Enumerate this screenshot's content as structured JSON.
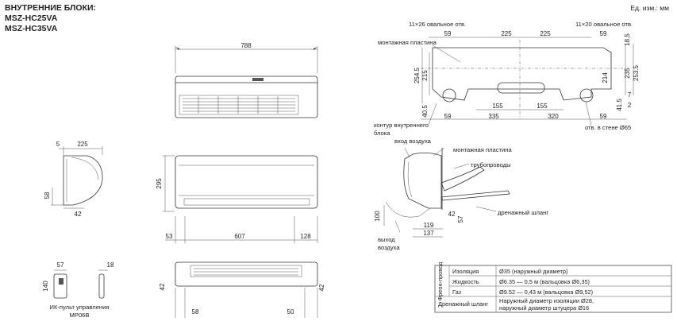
{
  "title": {
    "line1": "ВНУТРЕННИЕ БЛОКИ:",
    "line2": "MSZ-HC25VA",
    "line3": "MSZ-HC35VA"
  },
  "units_note": "Ед. изм.: мм",
  "front_view": {
    "width": "788"
  },
  "side_view": {
    "w5": "5",
    "w225": "225",
    "h58": "58",
    "w42": "42"
  },
  "rear_view": {
    "h295": "295",
    "w53": "53",
    "w607": "607",
    "w128": "128"
  },
  "bottom_view": {
    "h42": "42",
    "w58": "58",
    "w50": "50"
  },
  "remote": {
    "w57": "57",
    "w18": "18",
    "h140": "140",
    "caption1": "ИК-пульт управления",
    "caption2": "MP06B"
  },
  "mounting": {
    "hole_left": "11×26 овальное отв.",
    "hole_right": "11×20 овальное отв.",
    "plate_label": "монтажная пластина",
    "outline_label1": "контур внутреннего",
    "outline_label2": "блока",
    "wall_hole_label": "отв. в стене Ø65",
    "top": [
      "59",
      "225",
      "225",
      "59"
    ],
    "bottom": [
      "59",
      "335",
      "320",
      "59"
    ],
    "mid": [
      "155",
      "155"
    ],
    "left_v": [
      "254.5",
      "215",
      "40.5"
    ],
    "right_v": [
      "18.5",
      "214",
      "235",
      "253.5",
      "41.5",
      "7",
      "2"
    ]
  },
  "install": {
    "air_in": "вход воздуха",
    "plate": "монтажная пластина",
    "pipes": "трубопроводы",
    "drain": "дренажный шланг",
    "air_out1": "выход",
    "air_out2": "воздуха",
    "d100": "100",
    "d42": "42",
    "d57": "57",
    "d119": "119",
    "d137": "137"
  },
  "spec_table": {
    "group_label": "Фреон-провод",
    "rows": [
      {
        "name": "Изоляция",
        "value": "Ø35 (наружный диаметр)"
      },
      {
        "name": "Жидкость",
        "value": "Ø6.35 — 0,5 м (вальцовка Ø6,35)"
      },
      {
        "name": "Газ",
        "value": "Ø9.52 — 0,43 м (вальцовка Ø9,52)"
      }
    ],
    "drain_name": "Дренажный шланг",
    "drain_value1": "Наружный диаметр изоляции Ø28,",
    "drain_value2": "наружный диаметр штуцера Ø16"
  }
}
